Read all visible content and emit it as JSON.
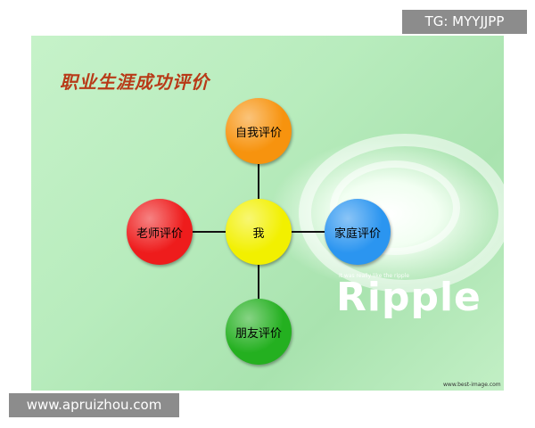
{
  "overlay": {
    "top_right_tag": "TG: MYYJJPP",
    "bottom_left_url": "www.apruizhou.com"
  },
  "slide": {
    "title": "职业生涯成功评价",
    "background_tagline": "it was really like the ripple",
    "background_word": "Ripple",
    "background_site": "www.best-image.com"
  },
  "diagram": {
    "center": {
      "label": "我",
      "color": "#f2f000"
    },
    "nodes": [
      {
        "id": "top",
        "label": "自我评价",
        "color": "#f7930e"
      },
      {
        "id": "left",
        "label": "老师评价",
        "color": "#ee1c1c"
      },
      {
        "id": "right",
        "label": "家庭评价",
        "color": "#2b95f0"
      },
      {
        "id": "bottom",
        "label": "朋友评价",
        "color": "#24b020"
      }
    ]
  }
}
